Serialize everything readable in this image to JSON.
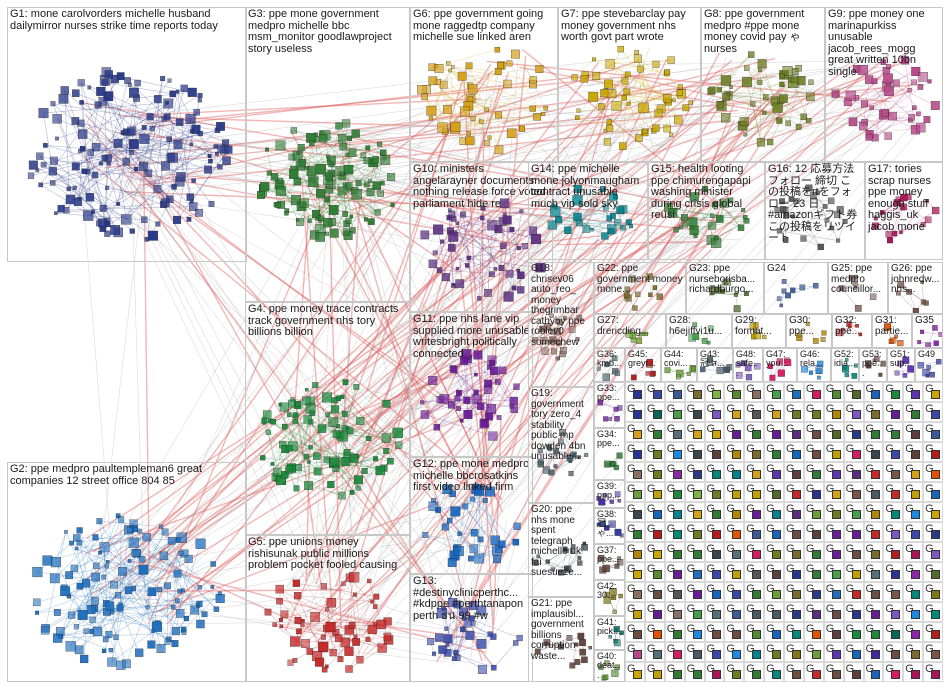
{
  "groups": [
    {
      "id": "G1",
      "label": "G1: mone carolvorders michelle husband dailymirror nurses strike time reports today",
      "color": "#2a3a8a"
    },
    {
      "id": "G2",
      "label": "G2: ppe medpro paultempleman6 great companies 12 street office 804 85",
      "color": "#1e6fbf"
    },
    {
      "id": "G3",
      "label": "G3: ppe mone government medpro michelle bbc msm_monitor goodlawproject story useless",
      "color": "#2e7d32"
    },
    {
      "id": "G4",
      "label": "G4: ppe money trace contracts track government nhs tory billions billion",
      "color": "#1b8a3a"
    },
    {
      "id": "G5",
      "label": "G5: ppe unions money rishisunak public millions problem pocket fooled causing",
      "color": "#c62828"
    },
    {
      "id": "G6",
      "label": "G6: ppe government going mone raggedtp company michelle sue linked aren",
      "color": "#d4a017"
    },
    {
      "id": "G7",
      "label": "G7: ppe stevebarclay pay money government nhs worth govt part wrote",
      "color": "#c9a600"
    },
    {
      "id": "G8",
      "label": "G8: ppe government medpro #ppe mone money covid pay ゃ nurses",
      "color": "#6b7d20"
    },
    {
      "id": "G9",
      "label": "G9: ppe money one marinapurkiss unusable jacob_rees_mogg great written 10bn single",
      "color": "#b8488a"
    },
    {
      "id": "G10",
      "label": "G10: ministers angelarayner documents nothing release force voted parliament hide re",
      "color": "#5a2d82"
    },
    {
      "id": "G11",
      "label": "G11: ppe nhs lane vip supplied more unusable writesbright politically connected",
      "color": "#6a1b9a"
    },
    {
      "id": "G12",
      "label": "G12: ppe mone medpro michelle bbcrosatkins first video linked firm",
      "color": "#1565c0"
    },
    {
      "id": "G13",
      "label": "G13: #destinyclinicperthc... #kdppe #perthtanapon perth ธน 99 #w",
      "color": "#3949ab"
    },
    {
      "id": "G14",
      "label": "G14: ppe michelle mone jolyonmaugham contract unusable much vip sold sky",
      "color": "#00838f"
    },
    {
      "id": "G15",
      "label": "G15: health looting ppe chimurengapapi washing minister during crisis global reusi",
      "color": "#2e7d32"
    },
    {
      "id": "G16",
      "label": "G16: 12 応募方法 フォロー 締切 この投稿をrtをフォロー 23 日 #amazonギフト券 この投稿をリツイート",
      "color": "#555555"
    },
    {
      "id": "G17",
      "label": "G17: tories scrap nurses ppe money enough stuff haggis_uk jacob mone",
      "color": "#ad1457"
    },
    {
      "id": "G18",
      "label": "G18: chrisev06 auto_reo_ money thegrimbar cathyby ppe roblev0 somechew",
      "color": "#8d6e63"
    },
    {
      "id": "G19",
      "label": "G19: government tory zero_4 stability public mp dowden 4bn unusable...",
      "color": "#455a64"
    },
    {
      "id": "G20",
      "label": "G20: ppe nhs mone spent telegraph michelle uk fai suesueze...",
      "color": "#37474f"
    },
    {
      "id": "G21",
      "label": "G21: ppe implausibl... government billions corruption waste...",
      "color": "#5d4037"
    },
    {
      "id": "G22",
      "label": "G22: ppe government money mone...",
      "color": "#7b6a2a"
    },
    {
      "id": "G23",
      "label": "G23: ppe nurseborisba... richardburgo...",
      "color": "#4e6b2a"
    },
    {
      "id": "G24",
      "label": "G24",
      "color": "#3b5998"
    },
    {
      "id": "G25",
      "label": "G25: ppe medpro councillor...",
      "color": "#795548"
    },
    {
      "id": "G26",
      "label": "G26: ppe johnredw... nhs...",
      "color": "#6d4c41"
    },
    {
      "id": "G27",
      "label": "G27: drericding...",
      "color": "#7cb342"
    },
    {
      "id": "G28",
      "label": "G28: h6ejiffvi1u...",
      "color": "#43a047"
    },
    {
      "id": "G29",
      "label": "G29: format...",
      "color": "#c0a000"
    },
    {
      "id": "G30",
      "label": "G30: ppe...",
      "color": "#b28704"
    },
    {
      "id": "G32",
      "label": "G32: ppe...",
      "color": "#c62828"
    },
    {
      "id": "G31",
      "label": "G31: partie...",
      "color": "#e65100"
    },
    {
      "id": "G35",
      "label": "G35",
      "color": "#8e24aa"
    },
    {
      "id": "G36",
      "label": "G36: kmb...",
      "color": "#546e7a"
    },
    {
      "id": "G45",
      "label": "G45: greyt...",
      "color": "#b71c1c"
    },
    {
      "id": "G44",
      "label": "G44: covi...",
      "color": "#689f38"
    },
    {
      "id": "G43",
      "label": "G43: 冠 ส...",
      "color": "#455a64"
    },
    {
      "id": "G48",
      "label": "G48: safe...",
      "color": "#7e57c2"
    },
    {
      "id": "G47",
      "label": "G47: you...",
      "color": "#d81b60"
    },
    {
      "id": "G46",
      "label": "G46: rela...",
      "color": "#1e88e5"
    },
    {
      "id": "G52",
      "label": "G52: idia...",
      "color": "#00897b"
    },
    {
      "id": "G53",
      "label": "G53: ppe...",
      "color": "#6d4c41"
    },
    {
      "id": "G51",
      "label": "G51: sup...",
      "color": "#5e35b1"
    },
    {
      "id": "G49",
      "label": "G49",
      "color": "#3949ab"
    },
    {
      "id": "G33",
      "label": "G33: ppe...",
      "color": "#6a1b9a"
    },
    {
      "id": "G34",
      "label": "G34: ppe...",
      "color": "#2e7d32"
    },
    {
      "id": "G39",
      "label": "G39: ppp...",
      "color": "#4527a0"
    },
    {
      "id": "G38",
      "label": "G38: 冠 ゃ...",
      "color": "#283593"
    },
    {
      "id": "G37",
      "label": "G37: ppe...",
      "color": "#5d4037"
    },
    {
      "id": "G42",
      "label": "G42: 30...",
      "color": "#827717"
    },
    {
      "id": "G41",
      "label": "G41: pick...",
      "color": "#00695c"
    },
    {
      "id": "G40",
      "label": "G40: deat...",
      "color": "#558b2f"
    }
  ],
  "micro_glyph": "G"
}
